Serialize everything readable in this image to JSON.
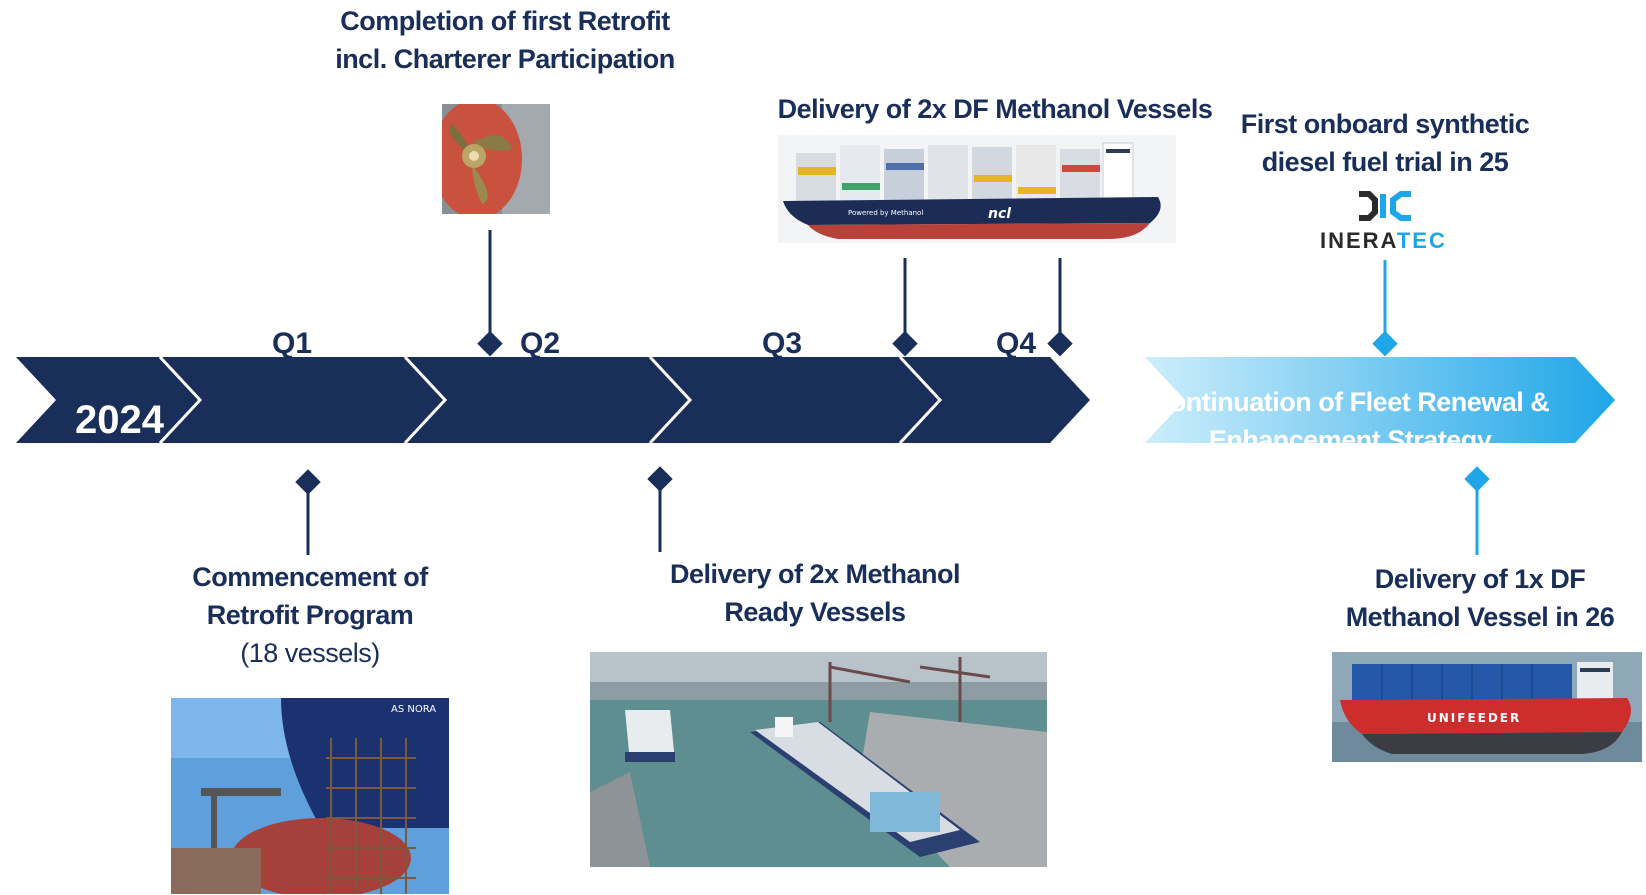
{
  "timeline": {
    "year": "2024",
    "quarters": [
      "Q1",
      "Q2",
      "Q3",
      "Q4"
    ],
    "future_band": "Continuation of Fleet Renewal & Enhancement Strategy"
  },
  "events": {
    "retrofit_completion": "Completion of first Retrofit incl. Charterer Participation",
    "df_methanol_delivery": "Delivery of 2x DF Methanol Vessels",
    "synthetic_diesel_trial": "First onboard synthetic diesel fuel trial in 25",
    "retrofit_commencement": "Commencement of Retrofit Program",
    "retrofit_commencement_sub": "(18 vessels)",
    "methanol_ready_delivery": "Delivery of 2x Methanol Ready Vessels",
    "df_methanol_26": "Delivery of 1x DF Methanol Vessel in 26"
  },
  "logos": {
    "ineratec_pre": "INERA",
    "ineratec_accent": "TEC",
    "ship_ncl": "ncl",
    "ship_ncl_tag": "Powered by Methanol",
    "ship_unifeeder": "UNIFEEDER",
    "ship_nora": "AS NORA"
  },
  "colors": {
    "navy": "#1a2e5a",
    "light_blue": "#1ea6e8",
    "pale_blue": "#bfe6f8"
  }
}
